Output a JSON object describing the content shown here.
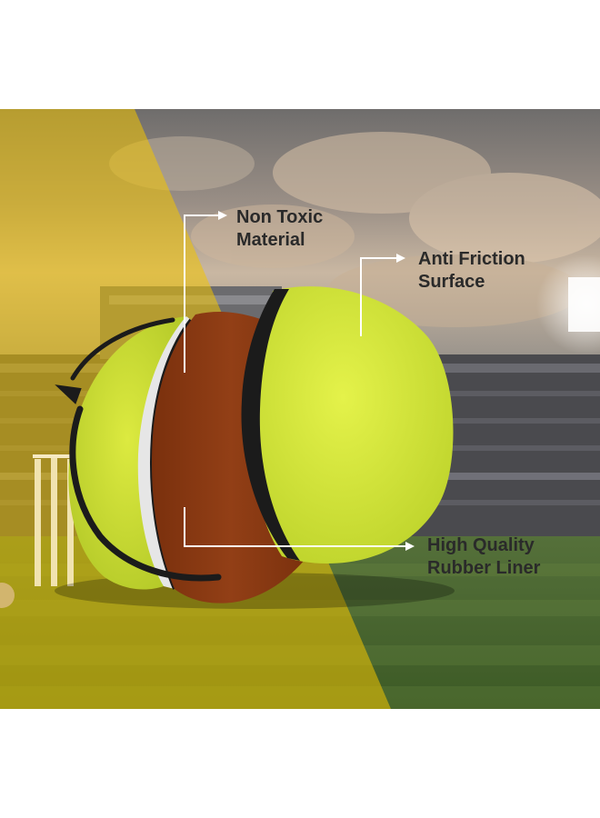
{
  "callouts": {
    "non_toxic": {
      "line1": "Non Toxic",
      "line2": "Material"
    },
    "anti_friction": {
      "line1": "Anti Friction",
      "line2": "Surface"
    },
    "rubber_liner": {
      "line1": "High Quality",
      "line2": "Rubber Liner"
    }
  },
  "colors": {
    "felt": "#d6e83a",
    "rubber": "#8a3a12",
    "overlay_yellow": "#f2c400",
    "seam": "#1b1b1b",
    "callout_text": "#2a2a2a"
  }
}
